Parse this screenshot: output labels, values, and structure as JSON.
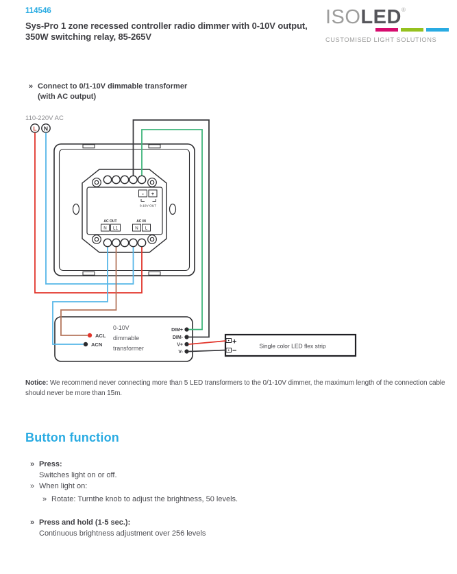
{
  "theme": {
    "accent": "#29abe2"
  },
  "header": {
    "product_number": "114546",
    "title_line1": "Sys-Pro 1 zone recessed controller radio dimmer with 0-10V output,",
    "title_line2": "350W switching relay, 85-265V"
  },
  "logo": {
    "iso": "ISO",
    "led": "LED",
    "registered": "®",
    "tagline": "CUSTOMISED LIGHT SOLUTIONS",
    "bar_colors": [
      "#d60b6e",
      "#95c11f",
      "#29abe2"
    ]
  },
  "connect_note": {
    "bullet": "»",
    "line1": "Connect to 0/1-10V dimmable transformer",
    "line2": "(with AC output)"
  },
  "diagram": {
    "mains_label": "110-220V AC",
    "live_label": "L",
    "neutral_label": "N",
    "dimmer": {
      "out_minus": "-",
      "out_plus": "+",
      "out_label": "0-10V OUT",
      "ac_out_label": "AC OUT",
      "ac_out_n": "N",
      "ac_out_l1": "L1",
      "ac_in_label": "AC IN",
      "ac_in_n": "N",
      "ac_in_l": "L"
    },
    "transformer": {
      "acl": "ACL",
      "acn": "ACN",
      "line1": "0-10V",
      "line2": "dimmable",
      "line3": "transformer",
      "dim_plus": "DIM+",
      "dim_minus": "DIM-",
      "v_plus": "V+",
      "v_minus": "V-"
    },
    "led_strip": {
      "plus": "+",
      "minus": "−",
      "label": "Single color LED flex strip"
    },
    "wire_colors": {
      "live": "#e2352b",
      "neutral": "#56b6e8",
      "load": "#b5765c",
      "dim_plus": "#3fb57b",
      "dim_minus": "#3a3a3e"
    }
  },
  "notice": {
    "label": "Notice:",
    "text_line1": "We recommend never connecting more than 5 LED transformers to the 0/1-10V dimmer, the maximum length of the connection cable",
    "text_line2": "should never be more than 15m."
  },
  "button_function": {
    "heading": "Button function",
    "items": [
      {
        "bullet": "»",
        "label": "Press:",
        "detail": "Switches light on or off."
      },
      {
        "bullet": "»",
        "label": "When light on:"
      },
      {
        "bullet": "»",
        "label": "Rotate: Turnthe knob to adjust the brightness, 50 levels."
      },
      {
        "bullet": "»",
        "label": "Press and hold (1-5 sec.):",
        "detail": "Continuous brightness adjustment over 256 levels"
      }
    ]
  }
}
